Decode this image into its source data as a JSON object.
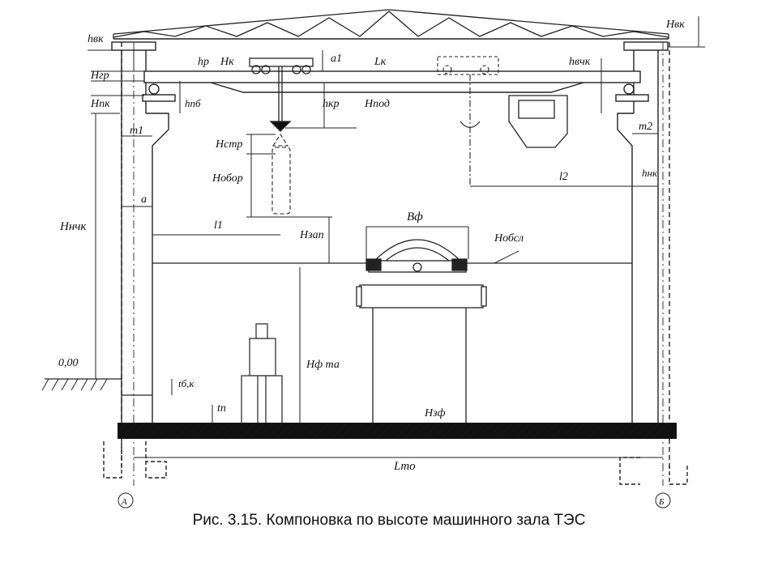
{
  "caption": "Рис. 3.15. Компоновка по высоте машинного зала ТЭС",
  "labels": {
    "h_vk": "hвк",
    "H_vk": "Hвк",
    "H_gr": "Hгр",
    "H_pk": "Hпк",
    "h_r": "hр",
    "H_k": "Hк",
    "a_1": "a1",
    "L_k": "Lк",
    "h_vchk": "hвчк",
    "h_pb": "hпб",
    "h_kr": "hкр",
    "H_pod": "Hпод",
    "m_1": "m1",
    "m_2": "m2",
    "H_str": "Hстр",
    "H_obor": "Hобор",
    "l_2": "l2",
    "h_nk": "hнк",
    "a": "a",
    "H_nchk": "Hнчк",
    "l_1": "l1",
    "B_f": "Bф",
    "H_zap": "Hзап",
    "H_obsl": "Hобсл",
    "H_f_ta": "Hф та",
    "zero_level": "0,00",
    "t_bk": "tб,к",
    "t_p": "tп",
    "H_zf": "Hзф",
    "L_to": "Lто",
    "axis_a": "А",
    "axis_b": "Б"
  }
}
